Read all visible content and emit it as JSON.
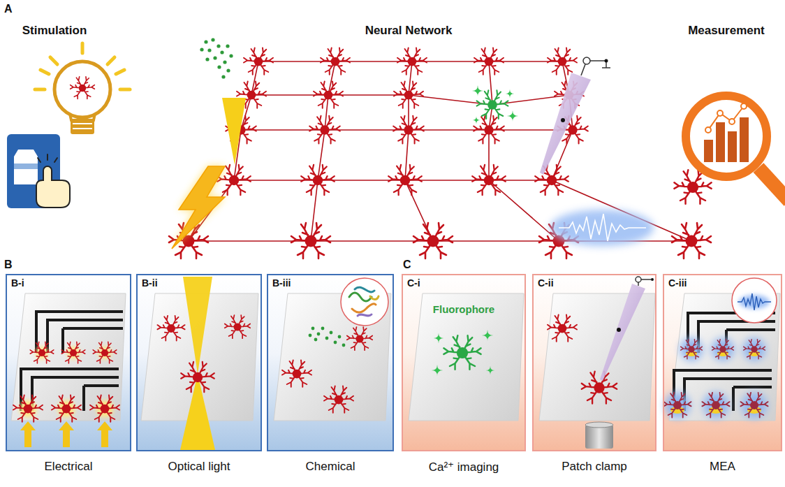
{
  "diagram": {
    "nodes": [
      {
        "text": [
          "B-i",
          "Electrical"
        ]
      },
      {
        "text": [
          "B-ii",
          "Optical light"
        ]
      },
      {
        "text": [
          "B-iii",
          "Chemical"
        ]
      },
      {
        "text": [
          "C-i",
          "Fluorophore",
          "Ca²⁺ imaging"
        ]
      },
      {
        "text": [
          "C-ii",
          "Patch clamp"
        ]
      },
      {
        "text": [
          "C-iii",
          "MEA"
        ]
      }
    ],
    "labels": [
      "A",
      "Stimulation",
      "Neural Network",
      "Measurement",
      "B",
      "C"
    ]
  }
}
